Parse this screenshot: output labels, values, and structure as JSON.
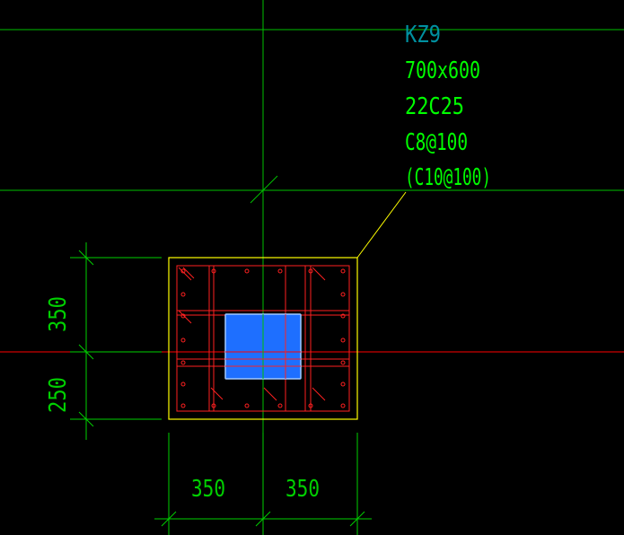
{
  "column_callout": {
    "name": "KZ9",
    "section": "700x600",
    "longitudinal_rebar": "22C25",
    "stirrups": "C8@100",
    "stirrups_alt": "(C10@100)"
  },
  "dimensions": {
    "vertical_upper": "350",
    "vertical_lower": "250",
    "horizontal_left": "350",
    "horizontal_right": "350"
  },
  "colors": {
    "background": "#000000",
    "axis_green": "#00c000",
    "dim_green": "#00d000",
    "axis_red": "#ff0000",
    "outline_yellow": "#ffff00",
    "rebar_red": "#ff2020",
    "label_cyan": "#0090a0",
    "label_green": "#00ff00",
    "fill_blue": "#1e6fff",
    "fill_blue_edge": "#a0c8ff"
  }
}
